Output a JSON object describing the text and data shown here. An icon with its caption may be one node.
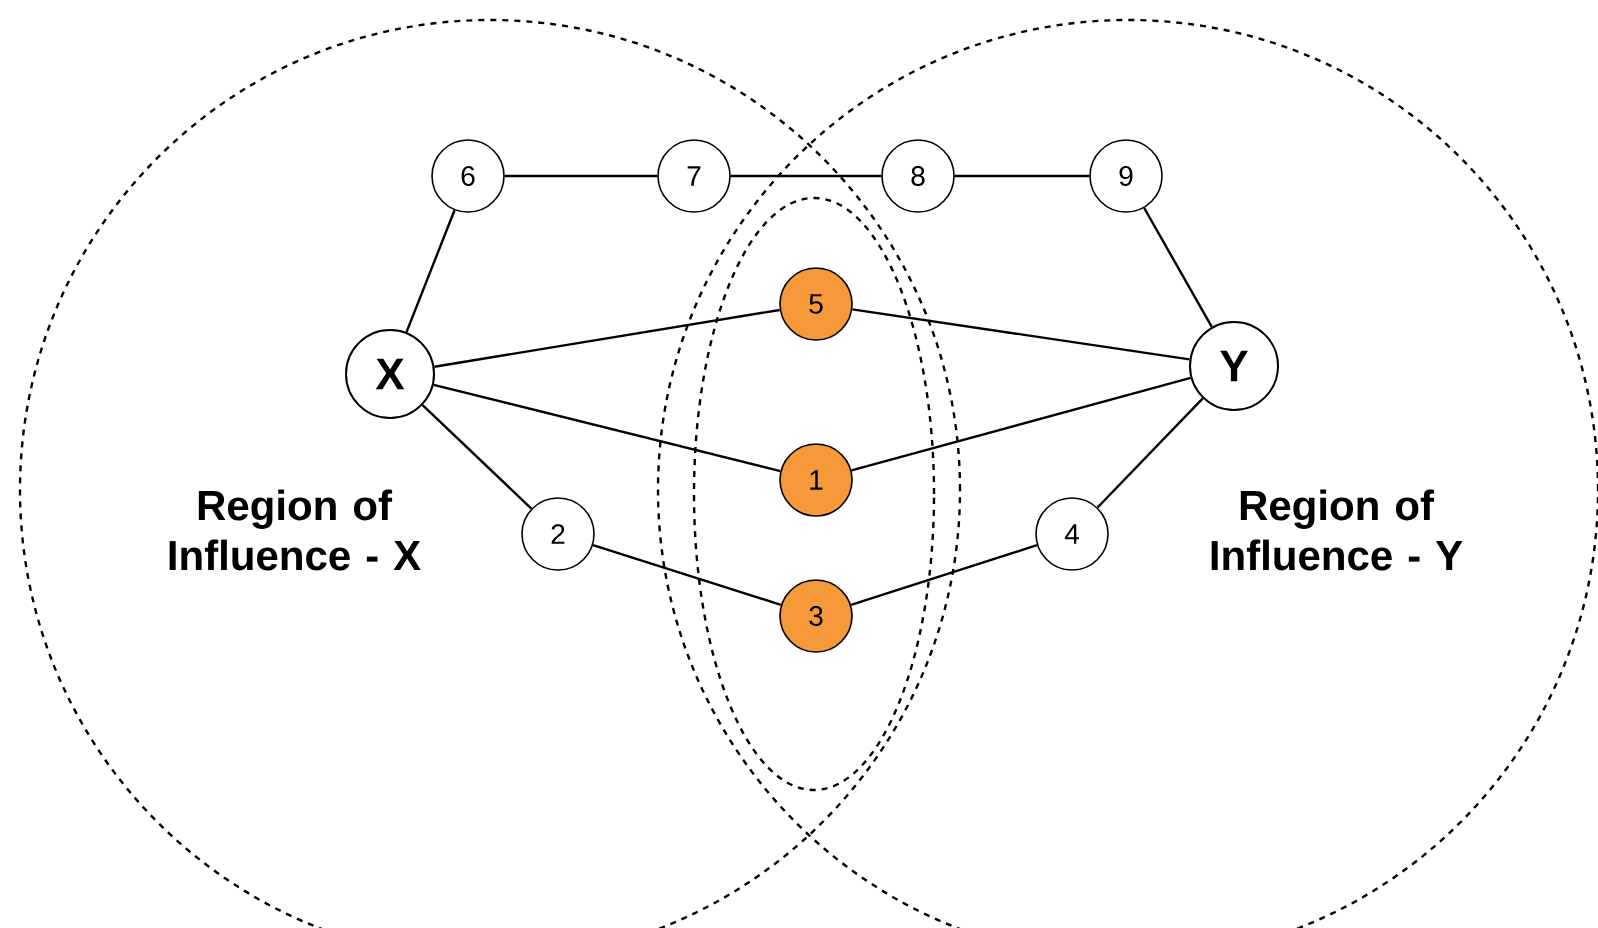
{
  "diagram": {
    "nodes": [
      {
        "text": [
          "Region of Influence - X"
        ]
      },
      {
        "text": [
          "Region of Influence - Y"
        ]
      },
      {
        "text": [
          "X"
        ],
        "in": 0
      },
      {
        "text": [
          "Y"
        ],
        "in": 1
      },
      {
        "text": [
          "6"
        ],
        "in": 0
      },
      {
        "text": [
          "7"
        ],
        "in": 0
      },
      {
        "text": [
          "8"
        ],
        "in": 1
      },
      {
        "text": [
          "9"
        ],
        "in": 1
      },
      {
        "text": [
          "5"
        ]
      },
      {
        "text": [
          "1"
        ]
      },
      {
        "text": [
          "3"
        ]
      },
      {
        "text": [
          "2"
        ],
        "in": 0
      },
      {
        "text": [
          "4"
        ],
        "in": 1
      }
    ],
    "edges": [
      {
        "from": 4,
        "to": 5,
        "arrow": "none"
      },
      {
        "from": 5,
        "to": 6,
        "arrow": "none"
      },
      {
        "from": 6,
        "to": 7,
        "arrow": "none"
      },
      {
        "from": 2,
        "to": 4,
        "arrow": "none"
      },
      {
        "from": 7,
        "to": 3,
        "arrow": "none"
      },
      {
        "from": 2,
        "to": 8,
        "arrow": "none"
      },
      {
        "from": 8,
        "to": 3,
        "arrow": "none"
      },
      {
        "from": 2,
        "to": 9,
        "arrow": "none"
      },
      {
        "from": 9,
        "to": 3,
        "arrow": "none"
      },
      {
        "from": 2,
        "to": 11,
        "arrow": "none"
      },
      {
        "from": 11,
        "to": 10,
        "arrow": "none"
      },
      {
        "from": 10,
        "to": 12,
        "arrow": "none"
      },
      {
        "from": 12,
        "to": 3,
        "arrow": "none"
      }
    ]
  }
}
